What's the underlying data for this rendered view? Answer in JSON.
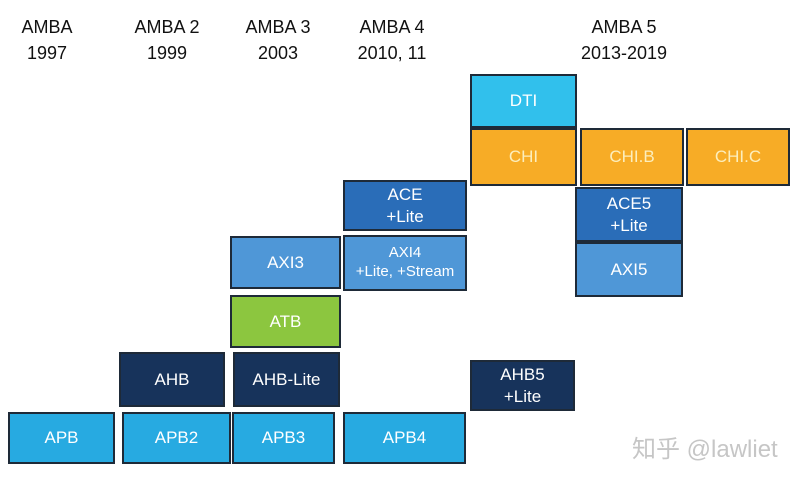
{
  "title": "AMBA protocol evolution diagram",
  "headers": [
    {
      "line1": "AMBA",
      "line2": "1997"
    },
    {
      "line1": "AMBA 2",
      "line2": "1999"
    },
    {
      "line1": "AMBA 3",
      "line2": "2003"
    },
    {
      "line1": "AMBA 4",
      "line2": "2010, 11"
    },
    {
      "line1": "AMBA 5",
      "line2": "2013-2019"
    }
  ],
  "boxes": [
    {
      "label": "DTI",
      "generation": "AMBA 5"
    },
    {
      "label": "CHI",
      "generation": "AMBA 5"
    },
    {
      "label": "CHI.B",
      "generation": "AMBA 5"
    },
    {
      "label": "CHI.C",
      "generation": "AMBA 5"
    },
    {
      "label": "ACE\n+Lite",
      "generation": "AMBA 4"
    },
    {
      "label": "ACE5\n+Lite",
      "generation": "AMBA 5"
    },
    {
      "label": "AXI3",
      "generation": "AMBA 3"
    },
    {
      "label": "AXI4\n+Lite, +Stream",
      "generation": "AMBA 4"
    },
    {
      "label": "AXI5",
      "generation": "AMBA 5"
    },
    {
      "label": "ATB",
      "generation": "AMBA 3"
    },
    {
      "label": "AHB",
      "generation": "AMBA 2"
    },
    {
      "label": "AHB-Lite",
      "generation": "AMBA 3"
    },
    {
      "label": "AHB5\n+Lite",
      "generation": "AMBA 5"
    },
    {
      "label": "APB",
      "generation": "AMBA"
    },
    {
      "label": "APB2",
      "generation": "AMBA 2"
    },
    {
      "label": "APB3",
      "generation": "AMBA 3"
    },
    {
      "label": "APB4",
      "generation": "AMBA 4"
    }
  ],
  "watermark": "知乎 @lawliet",
  "colors": {
    "apb_cyan": "#27aae1",
    "dti_cyan": "#31c0ec",
    "axi_blue": "#4f97d7",
    "ace_blue": "#2a6db8",
    "ahb_navy": "#17335b",
    "atb_green": "#8cc63f",
    "chi_orange": "#f7ac26",
    "chi_text": "#fceebc",
    "border": "#1e2a38",
    "watermark_gray": "#c6c6c6"
  }
}
